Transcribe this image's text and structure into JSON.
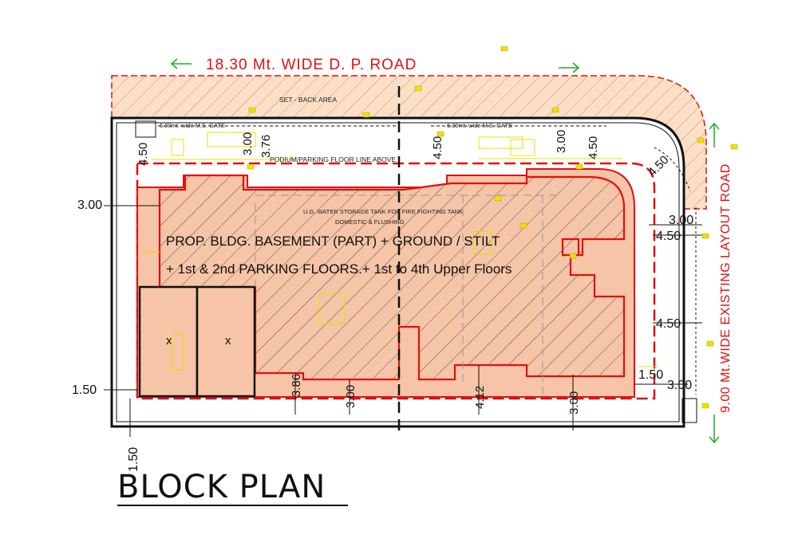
{
  "title": "BLOCK PLAN",
  "road_top": "18.30  Mt.  WIDE  D. P.  ROAD",
  "road_right": "9.00 Mt.WIDE EXISTING LAYOUT ROAD",
  "setback_label": "SET  -  BACK AREA",
  "gate_left": "6.00mt. wide M.S. GATE",
  "gate_right": "6.00mt. wide M.S. GATE",
  "podium_line": "PODIUM/PARKING FLOOR LINE ABOVE",
  "tank_line1": "U.G. WATER STORAGE TANK FOR FIRE FIGHTING TANK",
  "tank_line2": "DOMESTIC & FLUSHING",
  "building_line1": "PROP. BLDG. BASEMENT (PART) + GROUND / STILT",
  "building_line2": "+ 1st & 2nd PARKING FLOORS.+ 1st to 4th Upper Floors",
  "dimensions": {
    "left_300": "3.00",
    "left_150": "1.50",
    "bottom_150": "1.50",
    "top_450": "4.50",
    "top_300": "3.00",
    "top_376": "3.76",
    "top_450_mid": "4.50",
    "top_300_right": "3.00",
    "top_450_right": "4.50",
    "corner_450": "4.50",
    "right_300_top": "3.00",
    "right_450_a": "4.50",
    "right_450_b": "4.50",
    "right_150": "1.50",
    "right_300_bottom": "3.00",
    "bottom_386": "3.86",
    "bottom_300_a": "3.00",
    "bottom_412": "4.12",
    "bottom_300_b": "3.00"
  },
  "colors": {
    "boundary": "#e01010",
    "building_fill": "#f6c4a6",
    "hatch": "#555555",
    "arrow_green": "#22aa22",
    "yellow_lines": "#e8e000",
    "comment_marker": "#f0e000"
  }
}
